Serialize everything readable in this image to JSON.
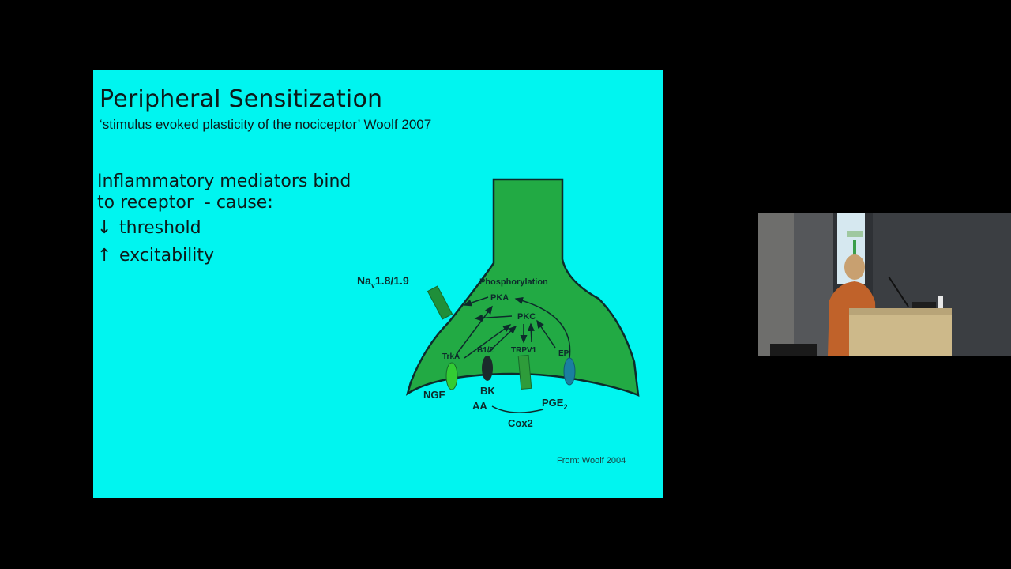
{
  "slide": {
    "title": "Peripheral Sensitization",
    "subtitle": "‘stimulus evoked plasticity of the nociceptor’ Woolf 2007",
    "body_line1": "Inflammatory mediators bind",
    "body_line2": "to receptor  - cause:",
    "bullets": [
      {
        "arrow": "↓",
        "text": "threshold"
      },
      {
        "arrow": "↑",
        "text": "excitability"
      }
    ],
    "credit": "From: Woolf 2004"
  },
  "diagram": {
    "nav_label": "Na",
    "nav_sub": "v",
    "nav_rest": "1.8/1.9",
    "phosphorylation": "Phosphorylation",
    "pka": "PKA",
    "pkc": "PKC",
    "trka": "TrkA",
    "b12": "B1/2",
    "trpv1": "TRPV1",
    "ep": "EP",
    "ngf": "NGF",
    "bk": "BK",
    "aa": "AA",
    "pge": "PGE",
    "pge_sub": "2",
    "cox2": "Cox2"
  },
  "colors": {
    "slide_bg": "#00f5f0",
    "neuron_fill": "#22aa44",
    "receptor_light": "#33cc33",
    "receptor_dark": "#1b2b2b",
    "receptor_blue": "#1a7fa0"
  }
}
